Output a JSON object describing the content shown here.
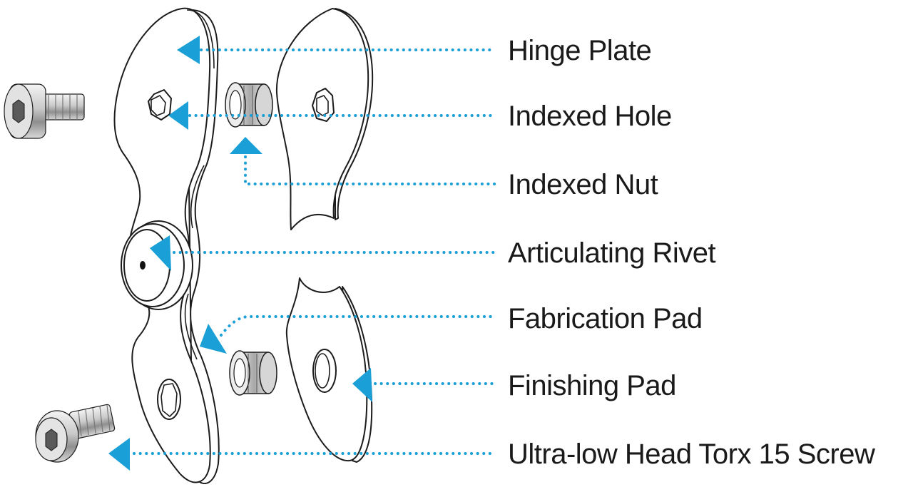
{
  "accent_color": "#1a9fd6",
  "labels": {
    "hinge_plate": "Hinge Plate",
    "indexed_hole": "Indexed Hole",
    "indexed_nut": "Indexed Nut",
    "articulating_rivet": "Articulating Rivet",
    "fabrication_pad": "Fabrication Pad",
    "finishing_pad": "Finishing Pad",
    "screw": "Ultra-low Head Torx 15 Screw"
  }
}
